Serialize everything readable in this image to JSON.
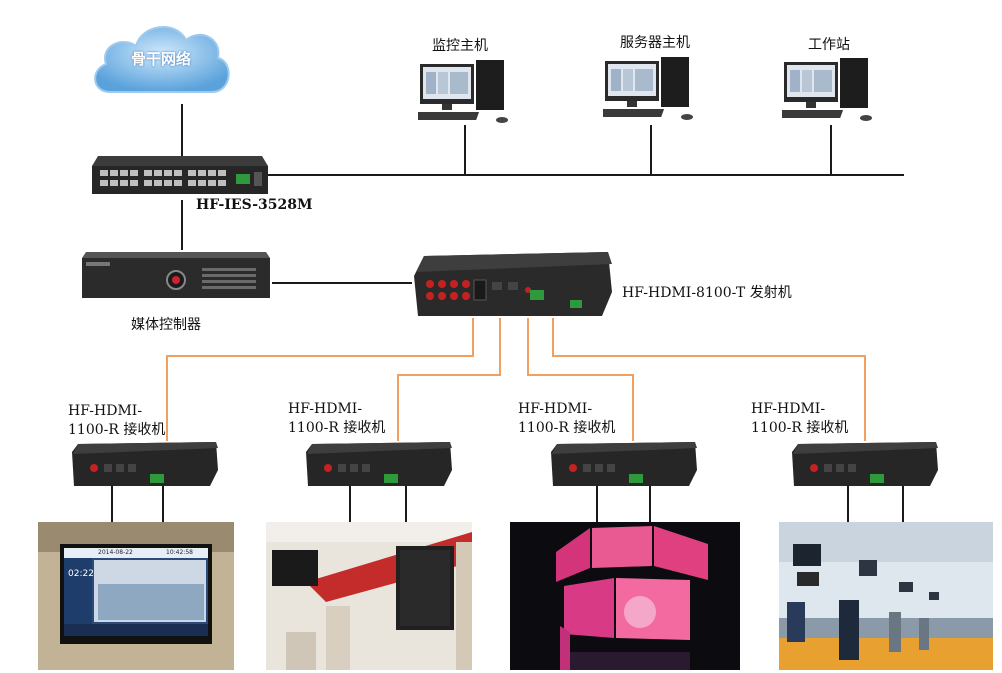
{
  "network": {
    "cloud_label": "骨干网络",
    "switch_label": "HF-IES-3528M",
    "media_controller_label": "媒体控制器",
    "transmitter_label": "HF-HDMI-8100-T 发射机"
  },
  "computers": [
    {
      "label": "监控主机"
    },
    {
      "label": "服务器主机"
    },
    {
      "label": "工作站"
    }
  ],
  "receivers": [
    {
      "label": "HF-HDMI-\n1100-R 接收机"
    },
    {
      "label": "HF-HDMI-\n1100-R 接收机"
    },
    {
      "label": "HF-HDMI-\n1100-R 接收机"
    },
    {
      "label": "HF-HDMI-\n1100-R 接收机"
    }
  ],
  "tv_screen": {
    "time": "02:22",
    "date": "2014-08-22",
    "clock": "10:42:58"
  },
  "colors": {
    "network_line": "#1a1a1a",
    "fiber_line": "#f0a060",
    "cloud": "#7ab8e8"
  }
}
